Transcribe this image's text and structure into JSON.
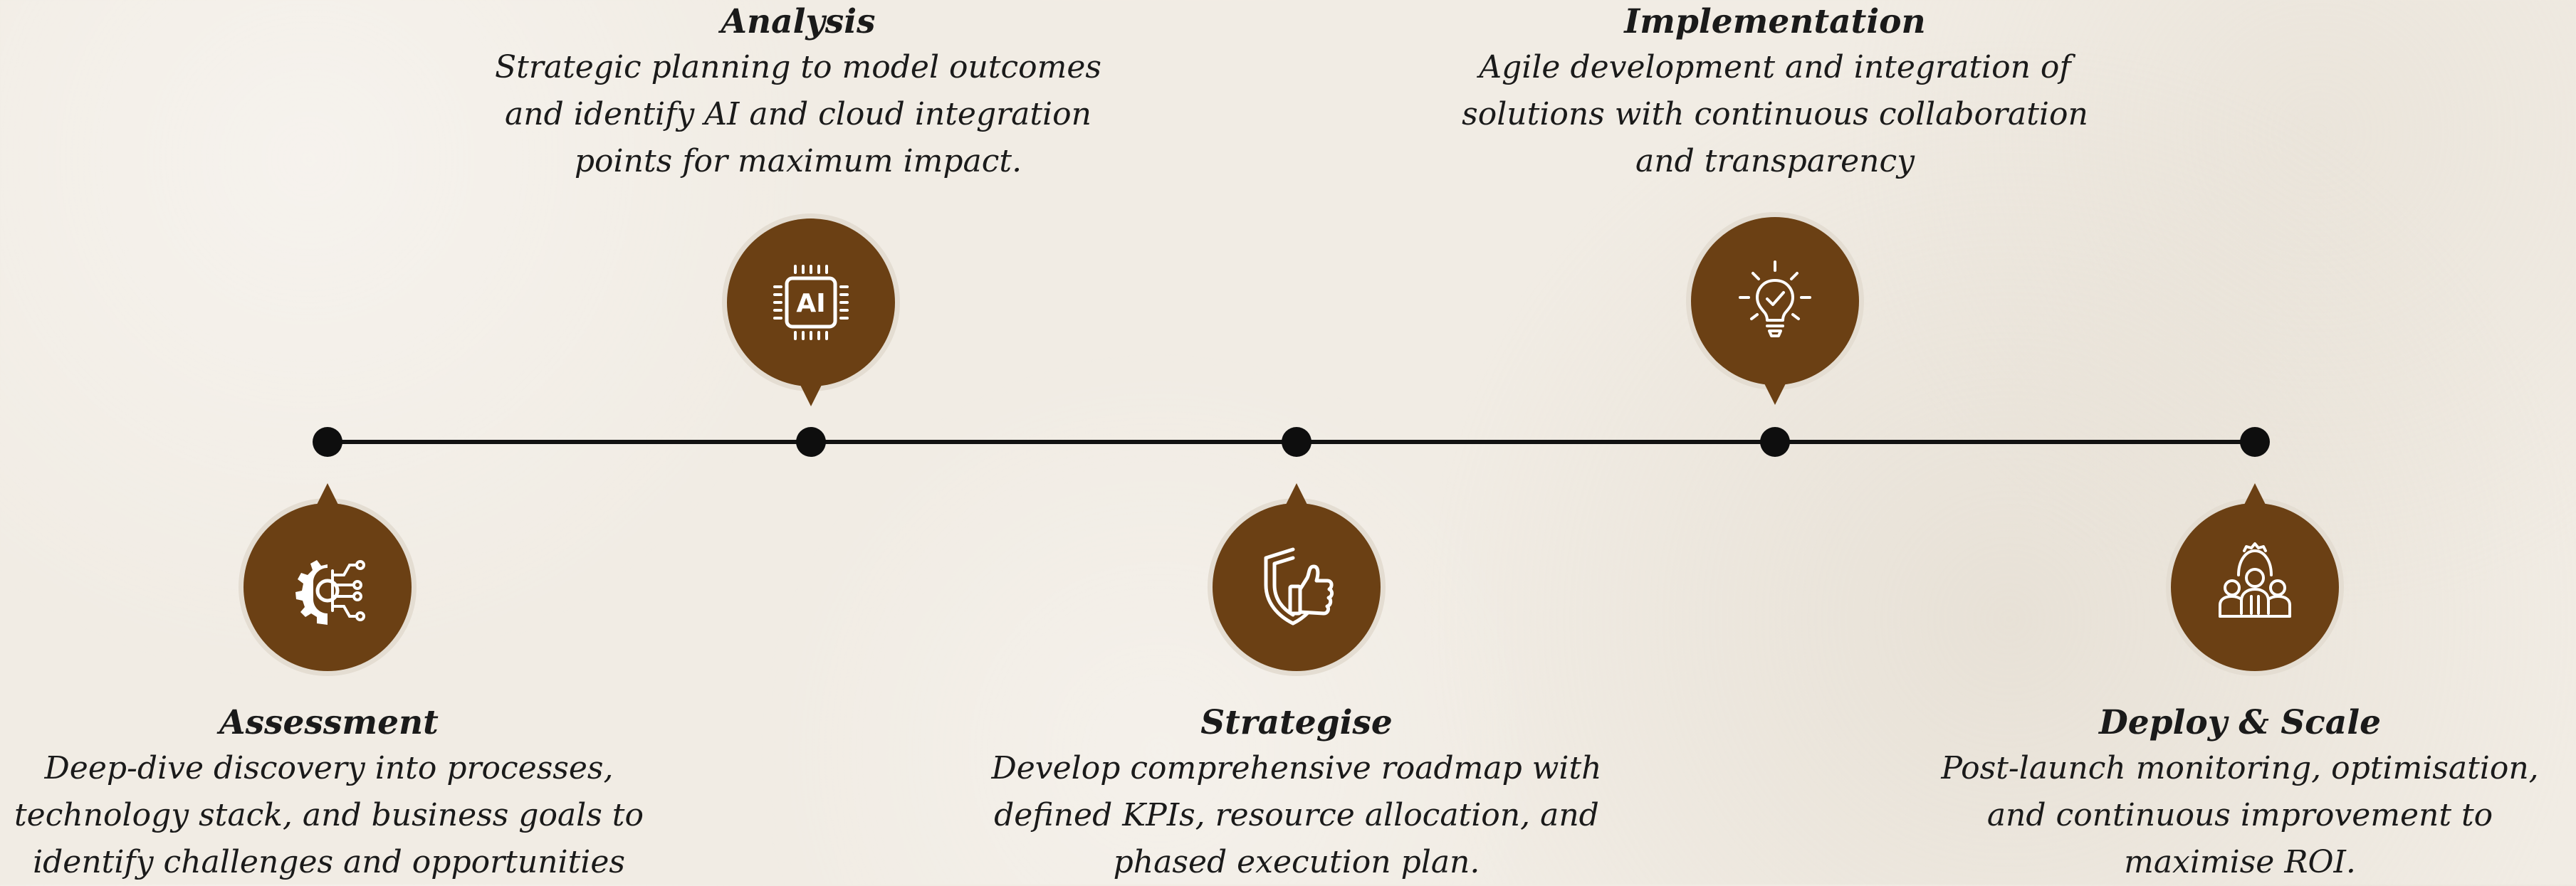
{
  "steps": [
    {
      "title": "Assessment",
      "description": [
        "Deep-dive discovery into processes,",
        "technology stack, and business goals to",
        "identify challenges and opportunities"
      ],
      "icon": "gear-circuit-icon"
    },
    {
      "title": "Analysis",
      "description": [
        "Strategic planning to model outcomes",
        "and identify AI and cloud integration",
        "points for maximum impact."
      ],
      "icon": "ai-chip-icon",
      "icon_text": "AI"
    },
    {
      "title": "Strategise",
      "description": [
        "Develop comprehensive roadmap with",
        "defined KPIs, resource allocation, and",
        "phased execution plan."
      ],
      "icon": "shield-thumbs-up-icon"
    },
    {
      "title": "Implementation",
      "description": [
        "Agile development and integration of",
        "solutions with continuous collaboration",
        "and transparency"
      ],
      "icon": "lightbulb-check-icon"
    },
    {
      "title": "Deploy & Scale",
      "description": [
        "Post-launch monitoring, optimisation,",
        "and continuous improvement to",
        "maximise ROI."
      ],
      "icon": "team-gear-icon"
    }
  ],
  "colors": {
    "marker": "#6b4014",
    "line": "#111111",
    "background": "#f1ece4",
    "text": "#1a1a1a"
  }
}
